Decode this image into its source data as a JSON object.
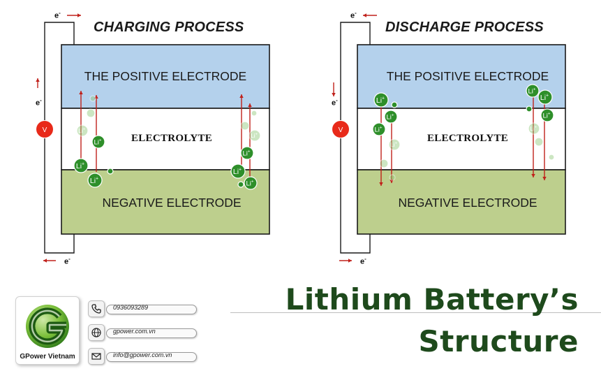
{
  "colors": {
    "positive_electrode": "#b4d1ec",
    "electrolyte": "#ffffff",
    "negative_electrode": "#bdcf8d",
    "voltage_source": "#e82a1a",
    "ion_green": "#2e8f2a",
    "arrow_red": "#c0211b",
    "title_green": "#1e4a1c"
  },
  "electron_label": "e",
  "electron_sup": "-",
  "voltage_label": "V",
  "ion_label": "Li",
  "ion_sup": "+",
  "panels": [
    {
      "title": "CHARGING PROCESS",
      "positive_label": "THE POSITIVE ELECTRODE",
      "electrolyte_label": "ELECTROLYTE",
      "negative_label": "NEGATIVE ELECTRODE",
      "ion_flow": "negative-to-positive"
    },
    {
      "title": "DISCHARGE PROCESS",
      "positive_label": "THE POSITIVE ELECTRODE",
      "electrolyte_label": "ELECTROLYTE",
      "negative_label": "NEGATIVE ELECTRODE",
      "ion_flow": "positive-to-negative"
    }
  ],
  "footer": {
    "brand_name": "GPower Vietnam",
    "phone": "0936093289",
    "website": "gpower.com.vn",
    "email": "info@gpower.com.vn",
    "title_line1": "Lithium Battery’s",
    "title_line2": "Structure",
    "icons": [
      "phone-icon",
      "globe-icon",
      "mail-icon"
    ]
  }
}
